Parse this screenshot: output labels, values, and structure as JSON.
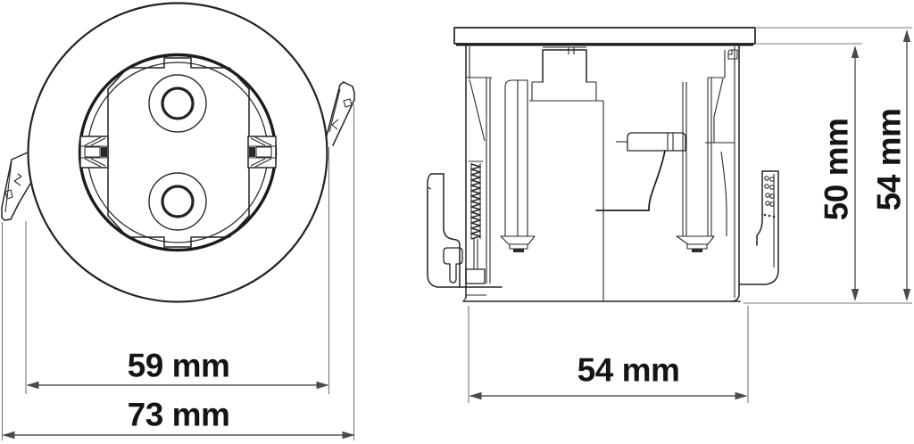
{
  "drawing": {
    "background_color": "#ffffff",
    "line_color": "#222222",
    "dimension_line_color": "#555555",
    "label_color": "#141414"
  },
  "labels": {
    "front_inner_diameter": "59 mm",
    "front_overall_diameter": "73 mm",
    "side_body_width": "54 mm",
    "side_recess_depth": "50 mm",
    "side_overall_height": "54 mm"
  }
}
